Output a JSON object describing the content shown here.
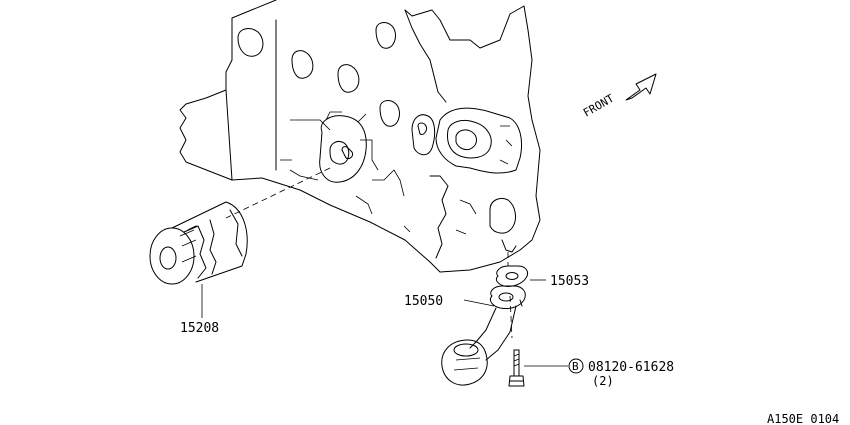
{
  "labels": {
    "oil_filter": "15208",
    "strainer": "15050",
    "gasket": "15053",
    "bolt": "08120-61628",
    "bolt_qty": "(2)",
    "bolt_marker": "B",
    "front": "FRONT",
    "drawing_code": "A150E 0104"
  },
  "icons": {
    "front_arrow": "arrow-up-right-outline-icon",
    "bolt_marker": "circled-letter-icon"
  }
}
